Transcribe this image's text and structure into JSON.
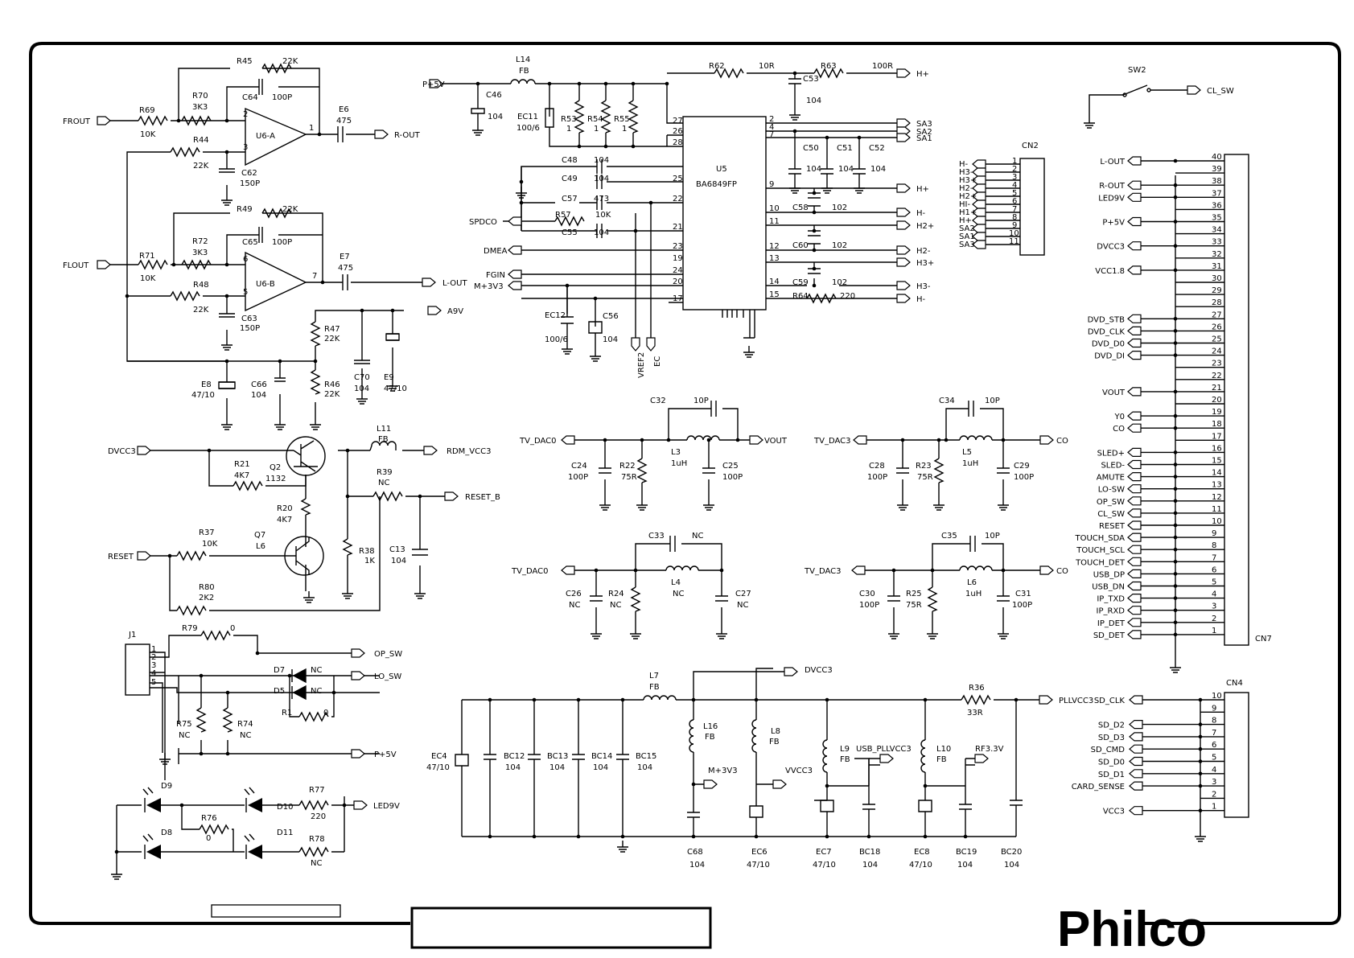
{
  "brand": "Philco",
  "opamp": {
    "a": {
      "label": "U6-A",
      "in_neg": "2",
      "in_pos": "3",
      "out": "1"
    },
    "b": {
      "label": "U6-B",
      "in_neg": "6",
      "in_pos": "5",
      "out": "7"
    }
  },
  "ic": {
    "ref": "U5",
    "part": "BA6849FP",
    "left_pins": [
      "27",
      "26",
      "28",
      "25",
      "22",
      "21",
      "23",
      "19",
      "24",
      "20",
      "17"
    ],
    "right_pins": [
      "2",
      "4",
      "7",
      "9",
      "10",
      "11",
      "12",
      "13",
      "14",
      "15"
    ]
  },
  "ports": {
    "frout": "FROUT",
    "flout": "FLOUT",
    "r_out": "R-OUT",
    "l_out": "L-OUT",
    "a9v": "A9V",
    "dvcc3": "DVCC3",
    "rdm_vcc3": "RDM_VCC3",
    "reset_b": "RESET_B",
    "reset": "RESET",
    "op_sw": "OP_SW",
    "lo_sw": "LO_SW",
    "p5v": "P+5V",
    "led9v": "LED9V",
    "ic_p5v": "P+5V",
    "spdco": "SPDCO",
    "dmea": "DMEA",
    "fgin": "FGIN",
    "m3v3": "M+3V3",
    "vref2": "VREF2",
    "ec": "EC",
    "hplus": "H+",
    "sa3": "SA3",
    "sa2": "SA2",
    "sa1": "SA1",
    "h_plus2": "H+",
    "h_minus": "H-",
    "h2plus": "H2+",
    "h2minus": "H2-",
    "h3plus": "H3+",
    "h3minus": "H3-",
    "h_minus2": "H-",
    "tv_dac0_a": "TV_DAC0",
    "vout": "VOUT",
    "tv_dac3_a": "TV_DAC3",
    "co_a": "CO",
    "tv_dac0_b": "TV_DAC0",
    "tv_dac3_b": "TV_DAC3",
    "co_b": "CO",
    "cl_sw": "CL_SW",
    "dvcc3_b": "DVCC3",
    "pllvcc3": "PLLVCC3",
    "usb_pllvcc3": "USB_PLLVCC3",
    "rf33v": "RF3.3V",
    "m3v3_b": "M+3V3",
    "vvcc3": "VVCC3"
  },
  "parts": {
    "r45": "R45",
    "r45v": "22K",
    "c64": "C64",
    "c64v": "100P",
    "r69": "R69",
    "r69v": "10K",
    "r70": "R70",
    "r70v": "3K3",
    "e6": "E6",
    "e6v": "475",
    "r44": "R44",
    "r44v": "22K",
    "c62": "C62",
    "c62v": "150P",
    "r49": "R49",
    "r49v": "22K",
    "c65": "C65",
    "c65v": "100P",
    "r71": "R71",
    "r71v": "10K",
    "r72": "R72",
    "r72v": "3K3",
    "e7": "E7",
    "e7v": "475",
    "r48": "R48",
    "r48v": "22K",
    "c63": "C63",
    "c63v": "150P",
    "r47": "R47",
    "r47v": "22K",
    "r46": "R46",
    "r46v": "22K",
    "c70": "C70",
    "c70v": "104",
    "e9": "E9",
    "e9v": "47/10",
    "e8": "E8",
    "e8v": "47/10",
    "c66": "C66",
    "c66v": "104",
    "l11": "L11",
    "l11v": "FB",
    "q2": "Q2",
    "q2v": "1132",
    "r21": "R21",
    "r21v": "4K7",
    "r20": "R20",
    "r20v": "4K7",
    "r39": "R39",
    "r39v": "NC",
    "q7": "Q7",
    "q7v": "L6",
    "r37": "R37",
    "r37v": "10K",
    "r38": "R38",
    "r38v": "1K",
    "c13": "C13",
    "c13v": "104",
    "r80": "R80",
    "r80v": "2K2",
    "j1": "J1",
    "r79": "R79",
    "r79v": "0",
    "d7": "D7",
    "d7v": "NC",
    "d5": "D5",
    "d5v": "NC",
    "r1": "R1",
    "r1v": "0",
    "r75": "R75",
    "r75v": "NC",
    "r74": "R74",
    "r74v": "NC",
    "d9": "D9",
    "d10": "D10",
    "r77": "R77",
    "r77v": "220",
    "r76": "R76",
    "r76v": "0",
    "d8": "D8",
    "d11": "D11",
    "r78": "R78",
    "r78v": "NC",
    "l14": "L14",
    "l14v": "FB",
    "c46": "C46",
    "c46v": "104",
    "ec11": "EC11",
    "ec11v": "100/6",
    "r53": "R53",
    "r53v": "1",
    "r54": "R54",
    "r54v": "1",
    "r55": "R55",
    "r55v": "1",
    "c48": "C48",
    "c48v": "104",
    "c49": "C49",
    "c49v": "104",
    "c57": "C57",
    "c57v": "473",
    "r57": "R57",
    "r57v": "10K",
    "c55": "C55",
    "c55v": "104",
    "ec12": "EC12",
    "ec12v": "100/6",
    "c56": "C56",
    "c56v": "104",
    "r62": "R62",
    "r62v": "10R",
    "r63": "R63",
    "r63v": "100R",
    "c53": "C53",
    "c53v": "104",
    "c50": "C50",
    "c50v": "104",
    "c51": "C51",
    "c51v": "104",
    "c52": "C52",
    "c52v": "104",
    "c58": "C58",
    "c58v": "102",
    "c60": "C60",
    "c60v": "102",
    "c59": "C59",
    "c59v": "102",
    "r64": "R64",
    "r64v": "220",
    "c32": "C32",
    "c32v": "10P",
    "l3": "L3",
    "l3v": "1uH",
    "c24": "C24",
    "c24v": "100P",
    "r22": "R22",
    "r22v": "75R",
    "c25": "C25",
    "c25v": "100P",
    "c34": "C34",
    "c34v": "10P",
    "l5": "L5",
    "l5v": "1uH",
    "c28": "C28",
    "c28v": "100P",
    "r23": "R23",
    "r23v": "75R",
    "c29": "C29",
    "c29v": "100P",
    "c33": "C33",
    "c33v": "NC",
    "l4": "L4",
    "l4v": "NC",
    "c26": "C26",
    "c26v": "NC",
    "r24": "R24",
    "r24v": "NC",
    "c27": "C27",
    "c27v": "NC",
    "c35": "C35",
    "c35v": "10P",
    "l6": "L6",
    "l6v": "1uH",
    "c30": "C30",
    "c30v": "100P",
    "r25": "R25",
    "r25v": "75R",
    "c31": "C31",
    "c31v": "100P",
    "l7": "L7",
    "l7v": "FB",
    "ec4": "EC4",
    "ec4v": "47/10",
    "bc12": "BC12",
    "bc12v": "104",
    "bc13": "BC13",
    "bc13v": "104",
    "bc14": "BC14",
    "bc14v": "104",
    "bc15": "BC15",
    "bc15v": "104",
    "l16": "L16",
    "l16v": "FB",
    "c68": "C68",
    "c68v": "104",
    "l8": "L8",
    "l8v": "FB",
    "ec6": "EC6",
    "ec6v": "47/10",
    "l9": "L9",
    "l9v": "FB",
    "ec7": "EC7",
    "ec7v": "47/10",
    "bc18": "BC18",
    "bc18v": "104",
    "l10": "L10",
    "l10v": "FB",
    "ec8": "EC8",
    "ec8v": "47/10",
    "bc19": "BC19",
    "bc19v": "104",
    "r36": "R36",
    "r36v": "33R",
    "bc20": "BC20",
    "bc20v": "104",
    "sw2": "SW2"
  },
  "cn2": {
    "ref": "CN2",
    "labels": [
      "H-",
      "H3-",
      "H3+",
      "H2-",
      "H2+",
      "HI-",
      "H1+",
      "H+",
      "SA2",
      "SA1",
      "SA3"
    ],
    "pins": [
      "1",
      "2",
      "3",
      "4",
      "5",
      "6",
      "7",
      "8",
      "9",
      "10",
      "11"
    ]
  },
  "cn7": {
    "ref": "CN7",
    "pins": [
      "40",
      "39",
      "38",
      "37",
      "36",
      "35",
      "34",
      "33",
      "32",
      "31",
      "30",
      "29",
      "28",
      "27",
      "26",
      "25",
      "24",
      "23",
      "22",
      "21",
      "20",
      "19",
      "18",
      "17",
      "16",
      "15",
      "14",
      "13",
      "12",
      "11",
      "10",
      "9",
      "8",
      "7",
      "6",
      "5",
      "4",
      "3",
      "2",
      "1"
    ],
    "signals": [
      {
        "label": "L-OUT",
        "pin": "40"
      },
      {
        "label": "R-OUT",
        "pin": "38"
      },
      {
        "label": "LED9V",
        "pin": "37"
      },
      {
        "label": "P+5V",
        "pin": "35"
      },
      {
        "label": "DVCC3",
        "pin": "33"
      },
      {
        "label": "VCC1.8",
        "pin": "31"
      },
      {
        "label": "DVD_STB",
        "pin": "27"
      },
      {
        "label": "DVD_CLK",
        "pin": "26"
      },
      {
        "label": "DVD_D0",
        "pin": "25"
      },
      {
        "label": "DVD_DI",
        "pin": "24"
      },
      {
        "label": "VOUT",
        "pin": "21"
      },
      {
        "label": "Y0",
        "pin": "19"
      },
      {
        "label": "CO",
        "pin": "18"
      },
      {
        "label": "SLED+",
        "pin": "16"
      },
      {
        "label": "SLED-",
        "pin": "15"
      },
      {
        "label": "AMUTE",
        "pin": "14"
      },
      {
        "label": "LO-SW",
        "pin": "13"
      },
      {
        "label": "OP_SW",
        "pin": "12"
      },
      {
        "label": "CL_SW",
        "pin": "11"
      },
      {
        "label": "RESET",
        "pin": "10"
      },
      {
        "label": "TOUCH_SDA",
        "pin": "9"
      },
      {
        "label": "TOUCH_SCL",
        "pin": "8"
      },
      {
        "label": "TOUCH_DET",
        "pin": "7"
      },
      {
        "label": "USB_DP",
        "pin": "6"
      },
      {
        "label": "USB_DN",
        "pin": "5"
      },
      {
        "label": "IP_TXD",
        "pin": "4"
      },
      {
        "label": "IP_RXD",
        "pin": "3"
      },
      {
        "label": "IP_DET",
        "pin": "2"
      },
      {
        "label": "SD_DET",
        "pin": "1"
      }
    ]
  },
  "cn4": {
    "ref": "CN4",
    "pins": [
      "10",
      "9",
      "8",
      "7",
      "6",
      "5",
      "4",
      "3",
      "2",
      "1"
    ],
    "signals": [
      {
        "label": "SD_CLK",
        "pin": "10"
      },
      {
        "label": "SD_D2",
        "pin": "8"
      },
      {
        "label": "SD_D3",
        "pin": "7"
      },
      {
        "label": "SD_CMD",
        "pin": "6"
      },
      {
        "label": "SD_D0",
        "pin": "5"
      },
      {
        "label": "SD_D1",
        "pin": "4"
      },
      {
        "label": "CARD_SENSE",
        "pin": "3"
      },
      {
        "label": "VCC3",
        "pin": "1"
      }
    ]
  }
}
